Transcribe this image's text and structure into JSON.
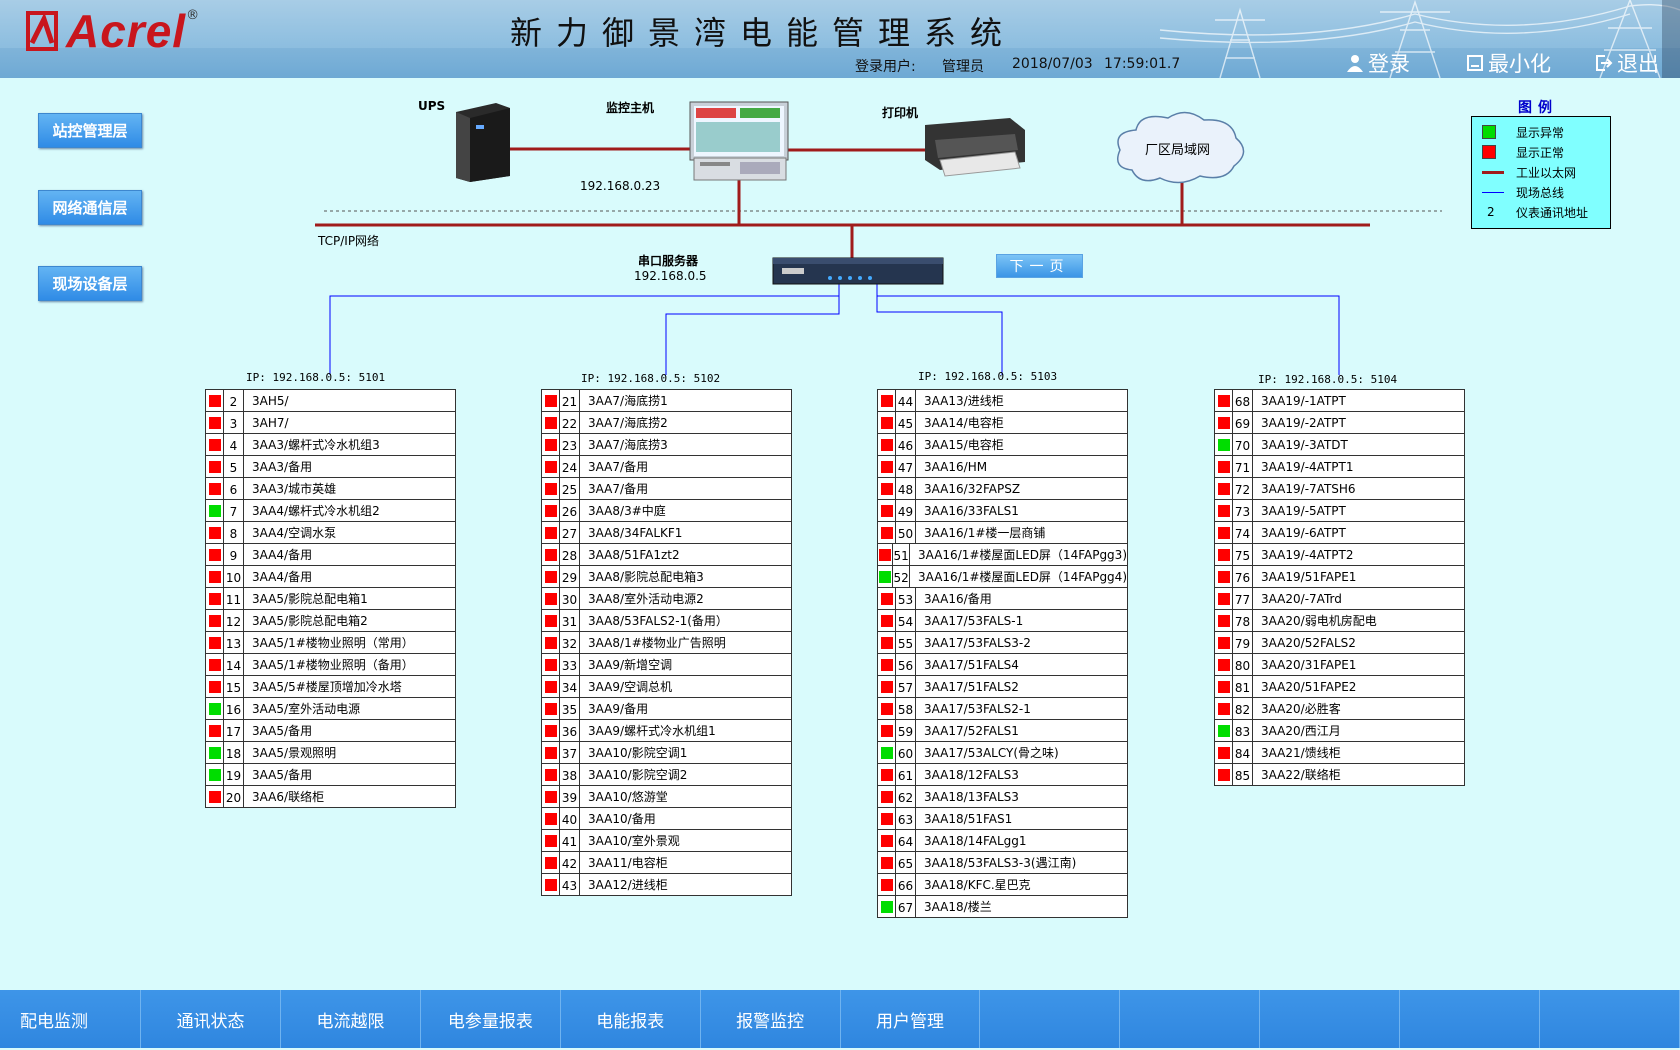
{
  "header": {
    "brand": "Acrel",
    "brand_reg": "®",
    "title": "新力御景湾电能管理系统",
    "login_label": "登录用户:",
    "login_user": "管理员",
    "date": "2018/07/03",
    "time": "17:59:01.7",
    "buttons": {
      "login": "登录",
      "minimize": "最小化",
      "exit": "退出"
    }
  },
  "sidebar": {
    "items": [
      "站控管理层",
      "网络通信层",
      "现场设备层"
    ]
  },
  "network": {
    "ups": "UPS",
    "host": "监控主机",
    "host_ip": "192.168.0.23",
    "printer": "打印机",
    "cloud": "厂区局域网",
    "tcpip": "TCP/IP网络",
    "serial_server": "串口服务器",
    "serial_ip": "192.168.0.5",
    "next_page": "下一页"
  },
  "legend": {
    "title": "图例",
    "items": [
      {
        "symbol": "green-square",
        "label": "显示异常"
      },
      {
        "symbol": "red-square",
        "label": "显示正常"
      },
      {
        "symbol": "dark-red-line",
        "label": "工业以太网"
      },
      {
        "symbol": "blue-line",
        "label": "现场总线"
      },
      {
        "symbol": "2",
        "label": "仪表通讯地址"
      }
    ]
  },
  "colors": {
    "normal": "#ff0000",
    "abnormal": "#00dd00",
    "ethernet": "#a01b1b",
    "fieldbus": "#0000ff"
  },
  "groups": [
    {
      "ip": "IP: 192.168.0.5: 5101",
      "rows": [
        {
          "n": "2",
          "name": "3AH5/",
          "s": "red"
        },
        {
          "n": "3",
          "name": "3AH7/",
          "s": "red"
        },
        {
          "n": "4",
          "name": "3AA3/螺杆式冷水机组3",
          "s": "red"
        },
        {
          "n": "5",
          "name": "3AA3/备用",
          "s": "red"
        },
        {
          "n": "6",
          "name": "3AA3/城市英雄",
          "s": "red"
        },
        {
          "n": "7",
          "name": "3AA4/螺杆式冷水机组2",
          "s": "green"
        },
        {
          "n": "8",
          "name": "3AA4/空调水泵",
          "s": "red"
        },
        {
          "n": "9",
          "name": "3AA4/备用",
          "s": "red"
        },
        {
          "n": "10",
          "name": "3AA4/备用",
          "s": "red"
        },
        {
          "n": "11",
          "name": "3AA5/影院总配电箱1",
          "s": "red"
        },
        {
          "n": "12",
          "name": "3AA5/影院总配电箱2",
          "s": "red"
        },
        {
          "n": "13",
          "name": "3AA5/1#楼物业照明（常用）",
          "s": "red"
        },
        {
          "n": "14",
          "name": "3AA5/1#楼物业照明（备用）",
          "s": "red"
        },
        {
          "n": "15",
          "name": "3AA5/5#楼屋顶增加冷水塔",
          "s": "red"
        },
        {
          "n": "16",
          "name": "3AA5/室外活动电源",
          "s": "green"
        },
        {
          "n": "17",
          "name": "3AA5/备用",
          "s": "red"
        },
        {
          "n": "18",
          "name": "3AA5/景观照明",
          "s": "green"
        },
        {
          "n": "19",
          "name": "3AA5/备用",
          "s": "green"
        },
        {
          "n": "20",
          "name": "3AA6/联络柜",
          "s": "red"
        }
      ]
    },
    {
      "ip": "IP: 192.168.0.5: 5102",
      "rows": [
        {
          "n": "21",
          "name": "3AA7/海底捞1",
          "s": "red"
        },
        {
          "n": "22",
          "name": "3AA7/海底捞2",
          "s": "red"
        },
        {
          "n": "23",
          "name": "3AA7/海底捞3",
          "s": "red"
        },
        {
          "n": "24",
          "name": "3AA7/备用",
          "s": "red"
        },
        {
          "n": "25",
          "name": "3AA7/备用",
          "s": "red"
        },
        {
          "n": "26",
          "name": "3AA8/3#中庭",
          "s": "red"
        },
        {
          "n": "27",
          "name": "3AA8/34FALKF1",
          "s": "red"
        },
        {
          "n": "28",
          "name": "3AA8/51FA1zt2",
          "s": "red"
        },
        {
          "n": "29",
          "name": "3AA8/影院总配电箱3",
          "s": "red"
        },
        {
          "n": "30",
          "name": "3AA8/室外活动电源2",
          "s": "red"
        },
        {
          "n": "31",
          "name": "3AA8/53FALS2-1(备用）",
          "s": "red"
        },
        {
          "n": "32",
          "name": "3AA8/1#楼物业广告照明",
          "s": "red"
        },
        {
          "n": "33",
          "name": "3AA9/新增空调",
          "s": "red"
        },
        {
          "n": "34",
          "name": "3AA9/空调总机",
          "s": "red"
        },
        {
          "n": "35",
          "name": "3AA9/备用",
          "s": "red"
        },
        {
          "n": "36",
          "name": "3AA9/螺杆式冷水机组1",
          "s": "red"
        },
        {
          "n": "37",
          "name": "3AA10/影院空调1",
          "s": "red"
        },
        {
          "n": "38",
          "name": "3AA10/影院空调2",
          "s": "red"
        },
        {
          "n": "39",
          "name": "3AA10/悠游堂",
          "s": "red"
        },
        {
          "n": "40",
          "name": "3AA10/备用",
          "s": "red"
        },
        {
          "n": "41",
          "name": "3AA10/室外景观",
          "s": "red"
        },
        {
          "n": "42",
          "name": "3AA11/电容柜",
          "s": "red"
        },
        {
          "n": "43",
          "name": "3AA12/进线柜",
          "s": "red"
        }
      ]
    },
    {
      "ip": "IP: 192.168.0.5: 5103",
      "rows": [
        {
          "n": "44",
          "name": "3AA13/进线柜",
          "s": "red"
        },
        {
          "n": "45",
          "name": "3AA14/电容柜",
          "s": "red"
        },
        {
          "n": "46",
          "name": "3AA15/电容柜",
          "s": "red"
        },
        {
          "n": "47",
          "name": "3AA16/HM",
          "s": "red"
        },
        {
          "n": "48",
          "name": "3AA16/32FAPSZ",
          "s": "red"
        },
        {
          "n": "49",
          "name": "3AA16/33FALS1",
          "s": "red"
        },
        {
          "n": "50",
          "name": "3AA16/1#楼一层商铺",
          "s": "red"
        },
        {
          "n": "51",
          "name": "3AA16/1#楼屋面LED屏（14FAPgg3)",
          "s": "red"
        },
        {
          "n": "52",
          "name": "3AA16/1#楼屋面LED屏（14FAPgg4)",
          "s": "green"
        },
        {
          "n": "53",
          "name": "3AA16/备用",
          "s": "red"
        },
        {
          "n": "54",
          "name": "3AA17/53FALS-1",
          "s": "red"
        },
        {
          "n": "55",
          "name": "3AA17/53FALS3-2",
          "s": "red"
        },
        {
          "n": "56",
          "name": "3AA17/51FALS4",
          "s": "red"
        },
        {
          "n": "57",
          "name": "3AA17/51FALS2",
          "s": "red"
        },
        {
          "n": "58",
          "name": "3AA17/53FALS2-1",
          "s": "red"
        },
        {
          "n": "59",
          "name": "3AA17/52FALS1",
          "s": "red"
        },
        {
          "n": "60",
          "name": "3AA17/53ALCY(骨之味)",
          "s": "green"
        },
        {
          "n": "61",
          "name": "3AA18/12FALS3",
          "s": "red"
        },
        {
          "n": "62",
          "name": "3AA18/13FALS3",
          "s": "red"
        },
        {
          "n": "63",
          "name": "3AA18/51FAS1",
          "s": "red"
        },
        {
          "n": "64",
          "name": "3AA18/14FALgg1",
          "s": "red"
        },
        {
          "n": "65",
          "name": "3AA18/53FALS3-3(遇江南)",
          "s": "red"
        },
        {
          "n": "66",
          "name": "3AA18/KFC.星巴克",
          "s": "red"
        },
        {
          "n": "67",
          "name": "3AA18/楼兰",
          "s": "green"
        }
      ]
    },
    {
      "ip": "IP: 192.168.0.5: 5104",
      "rows": [
        {
          "n": "68",
          "name": "3AA19/-1ATPT",
          "s": "red"
        },
        {
          "n": "69",
          "name": "3AA19/-2ATPT",
          "s": "red"
        },
        {
          "n": "70",
          "name": "3AA19/-3ATDT",
          "s": "green"
        },
        {
          "n": "71",
          "name": "3AA19/-4ATPT1",
          "s": "red"
        },
        {
          "n": "72",
          "name": "3AA19/-7ATSH6",
          "s": "red"
        },
        {
          "n": "73",
          "name": "3AA19/-5ATPT",
          "s": "red"
        },
        {
          "n": "74",
          "name": "3AA19/-6ATPT",
          "s": "red"
        },
        {
          "n": "75",
          "name": "3AA19/-4ATPT2",
          "s": "red"
        },
        {
          "n": "76",
          "name": "3AA19/51FAPE1",
          "s": "red"
        },
        {
          "n": "77",
          "name": "3AA20/-7ATrd",
          "s": "red"
        },
        {
          "n": "78",
          "name": "3AA20/弱电机房配电",
          "s": "red"
        },
        {
          "n": "79",
          "name": "3AA20/52FALS2",
          "s": "red"
        },
        {
          "n": "80",
          "name": "3AA20/31FAPE1",
          "s": "red"
        },
        {
          "n": "81",
          "name": "3AA20/51FAPE2",
          "s": "red"
        },
        {
          "n": "82",
          "name": "3AA20/必胜客",
          "s": "red"
        },
        {
          "n": "83",
          "name": "3AA20/西江月",
          "s": "green"
        },
        {
          "n": "84",
          "name": "3AA21/馈线柜",
          "s": "red"
        },
        {
          "n": "85",
          "name": "3AA22/联络柜",
          "s": "red"
        }
      ]
    }
  ],
  "bottom_nav": [
    "配电监测",
    "通讯状态",
    "电流越限",
    "电参量报表",
    "电能报表",
    "报警监控",
    "用户管理",
    "",
    "",
    "",
    "",
    ""
  ]
}
